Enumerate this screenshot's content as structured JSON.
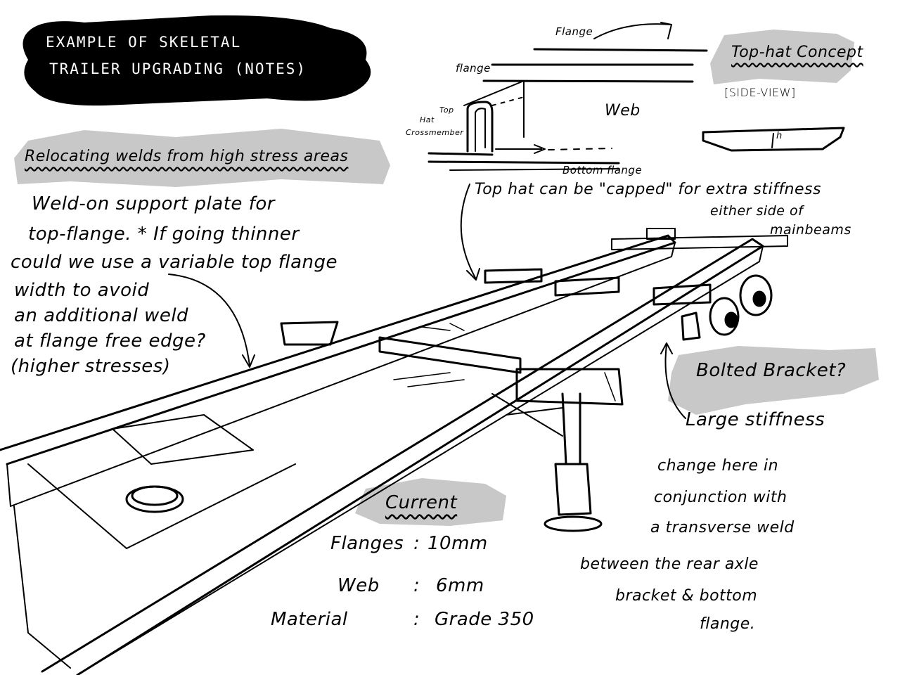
{
  "title": {
    "line1": "EXAMPLE OF SKELETAL",
    "line2": "TRAILER UPGRADING (NOTES)"
  },
  "relocating": {
    "heading": "Relocating welds from high stress areas",
    "lines": [
      "Weld-on support plate for",
      "top-flange. * If going thinner",
      "could we use a variable top flange",
      "width to avoid",
      "an additional weld",
      "at flange free edge?",
      "(higher stresses)"
    ]
  },
  "top_hat": {
    "heading": "Top-hat Concept",
    "side_view": "[SIDE-VIEW]",
    "label_flange_top": "Flange",
    "label_flange": "flange",
    "label_crossmember": [
      "Top",
      "Hat",
      "Crossmember"
    ],
    "label_web": "Web",
    "label_bottom_flange": "Bottom flange",
    "label_h": "h",
    "capped_lines": [
      "Top hat can be \"capped\" for extra stiffness",
      "either side of",
      "mainbeams"
    ]
  },
  "bolted": {
    "heading": "Bolted Bracket?",
    "lines": [
      "Large stiffness",
      "change here in",
      "conjunction with",
      "a transverse weld",
      "between the rear axle",
      "bracket & bottom",
      "flange."
    ]
  },
  "current": {
    "heading": "Current",
    "rows": [
      {
        "label": "Flanges",
        "sep": ":",
        "value": "10mm"
      },
      {
        "label": "Web",
        "sep": ":",
        "value": "6mm"
      },
      {
        "label": "Material",
        "sep": ":",
        "value": "Grade 350"
      }
    ]
  },
  "colors": {
    "ink": "#000000",
    "highlight": "#c8c8c8",
    "paper": "#ffffff"
  }
}
